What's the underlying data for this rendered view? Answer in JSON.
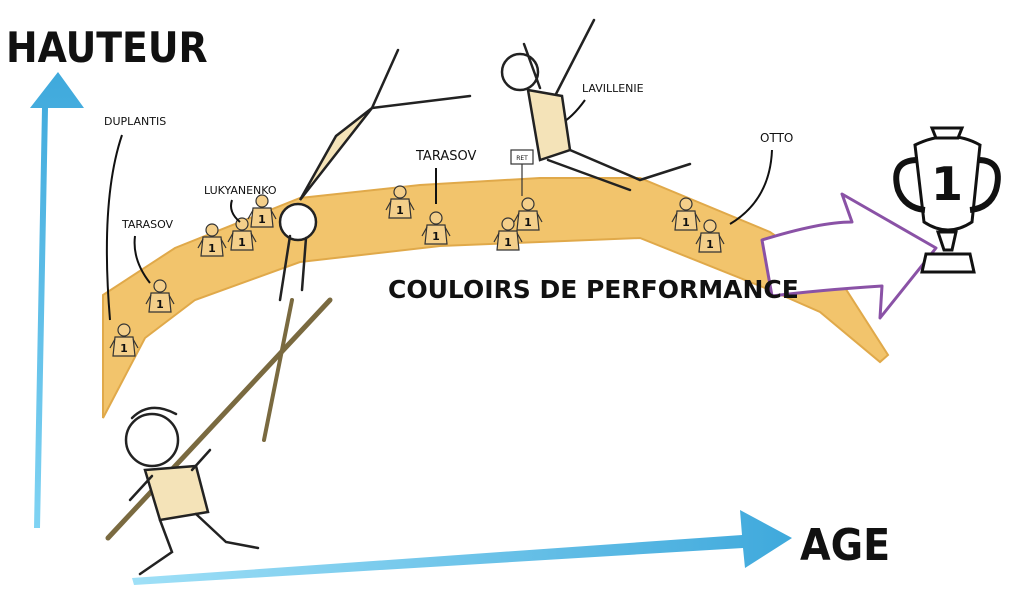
{
  "axes": {
    "y_label": "HAUTEUR",
    "x_label": "AGE",
    "color": "#4fb8e2"
  },
  "band": {
    "label": "COULOIRS DE PERFORMANCE",
    "color": "#f2c46c",
    "edge_color": "#e0a94a"
  },
  "arrow_color": "#8a52a6",
  "trophy": {
    "number": "1"
  },
  "athletes": {
    "duplantis": "DUPLANTIS",
    "tarasov_left": "TARASOV",
    "lukyanenko": "LUKYANENKO",
    "tarasov_mid": "TARASOV",
    "lavillenie": "LAVILLENIE",
    "otto": "OTTO"
  },
  "markers": {
    "sign": "RET",
    "bib_number": "1"
  }
}
